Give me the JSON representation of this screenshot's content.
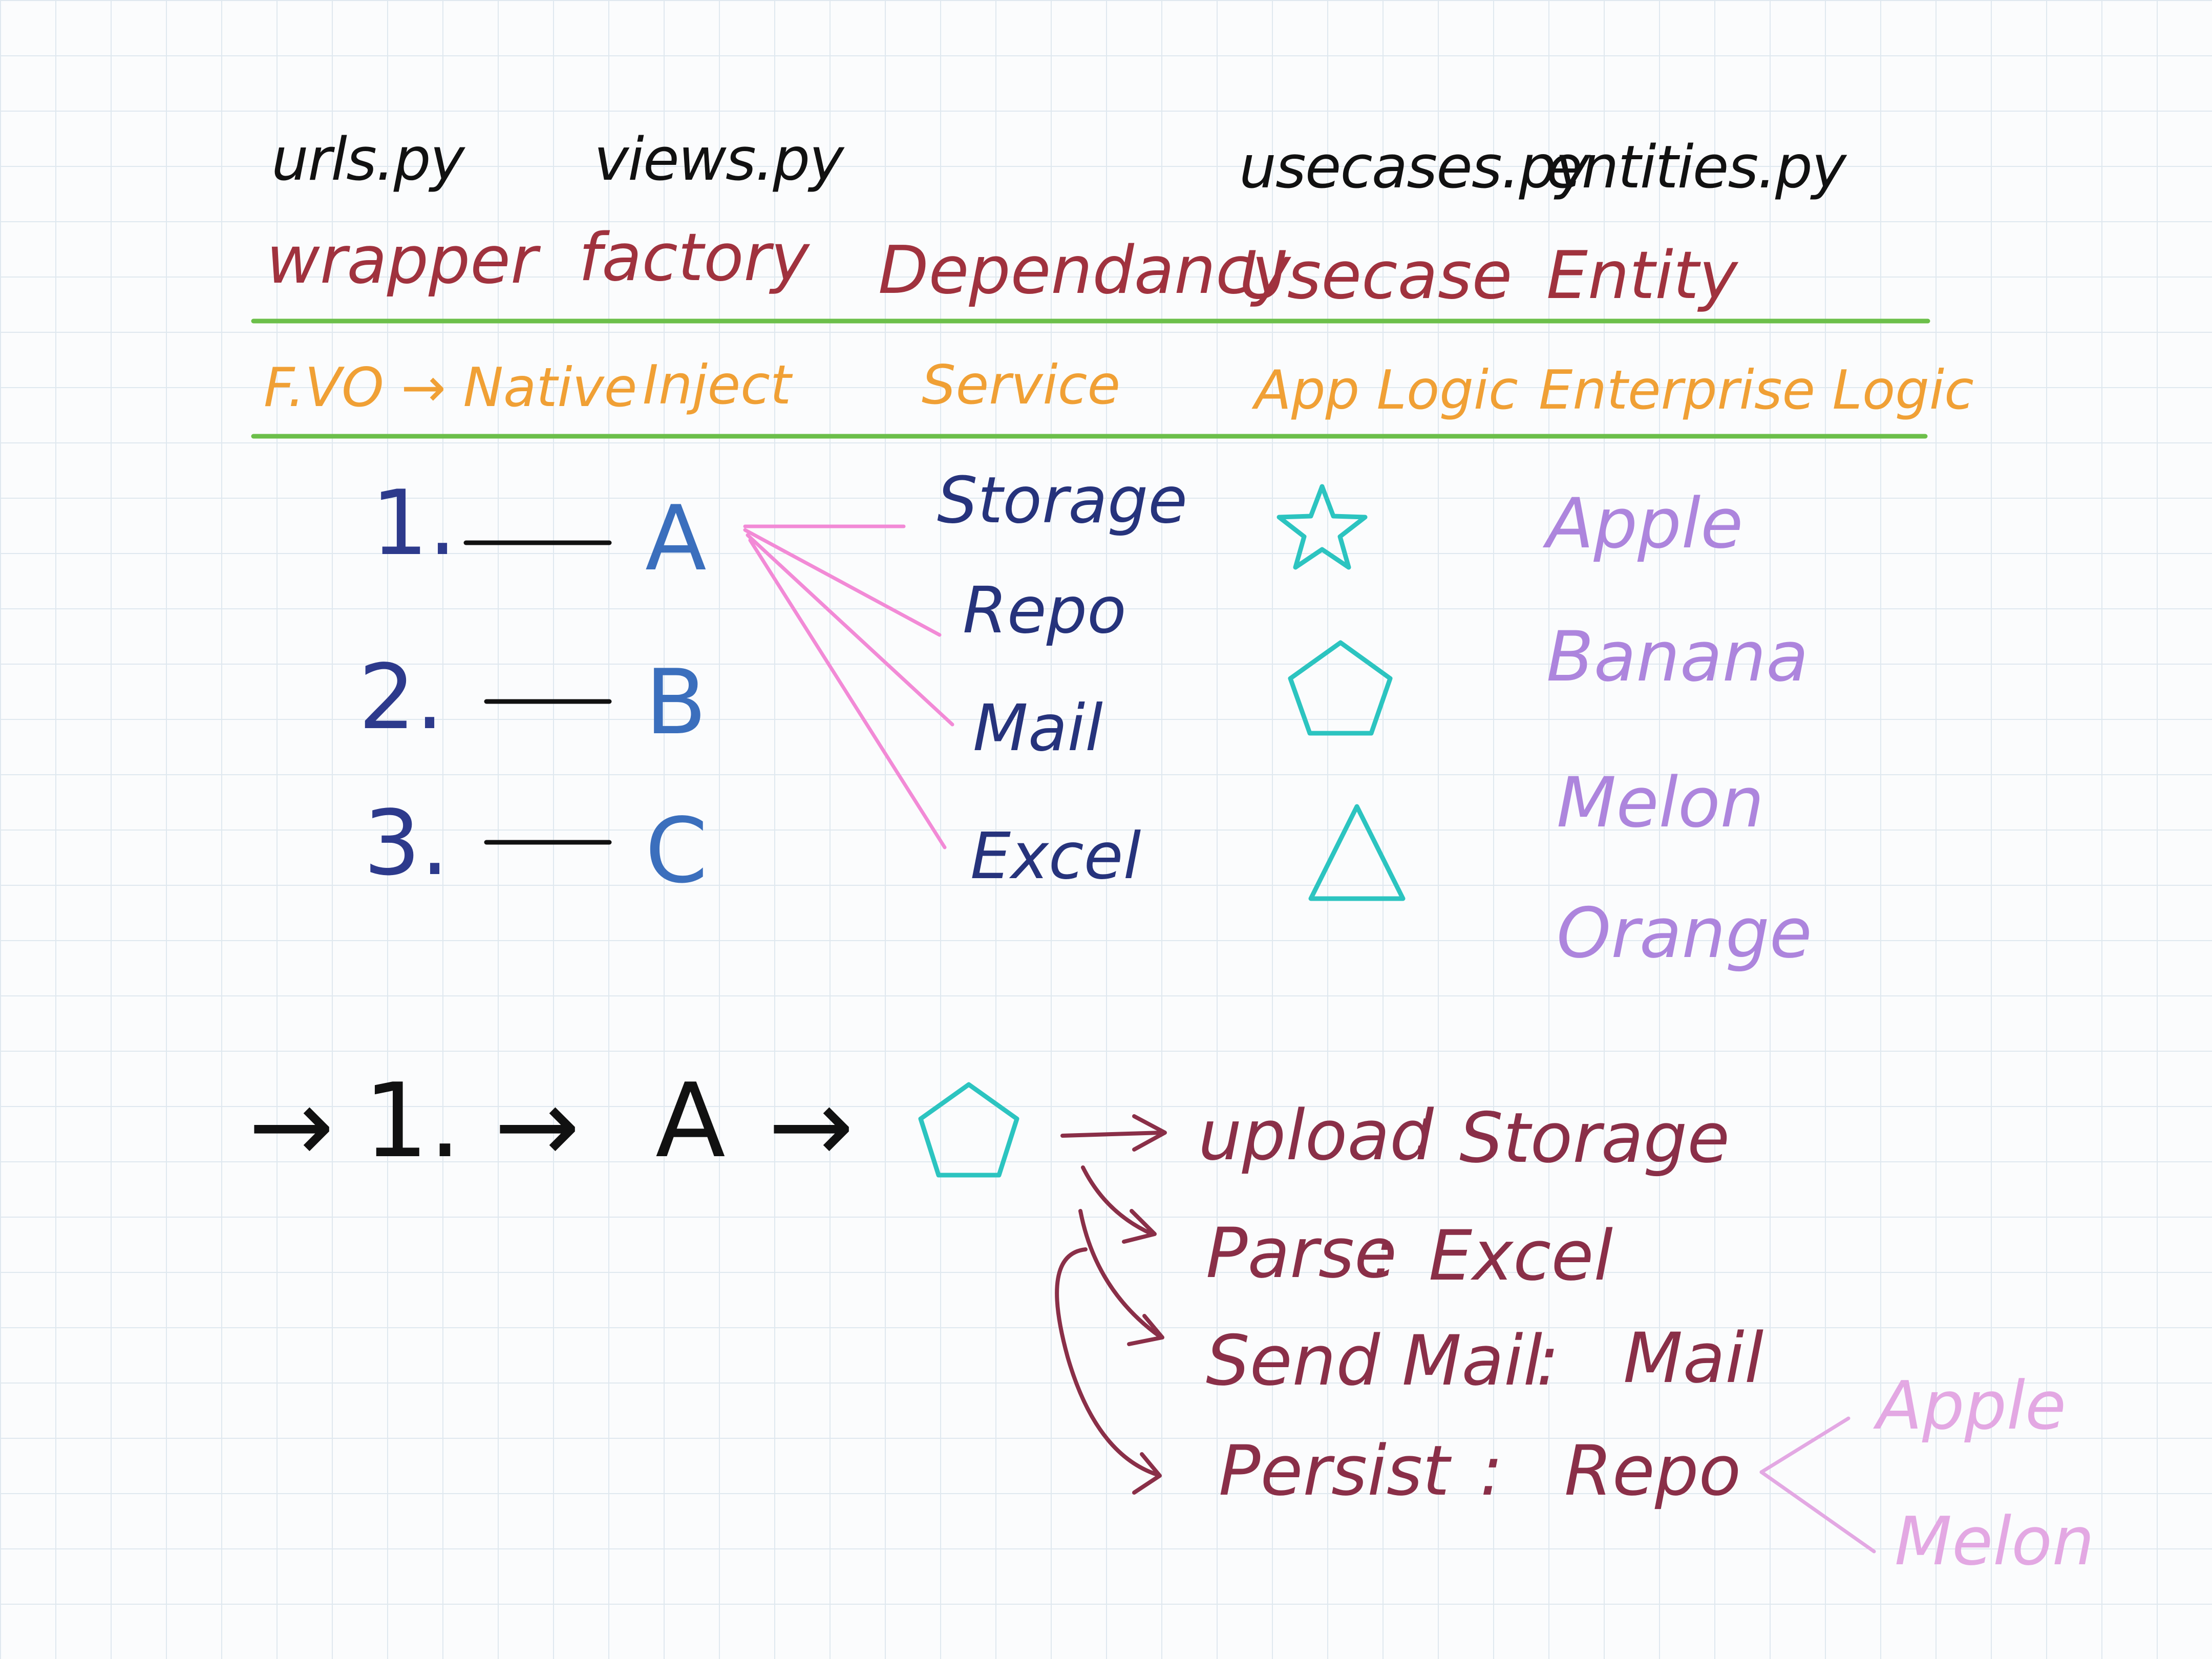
{
  "layers": [
    {
      "file": "urls.py",
      "role": "wrapper",
      "desc": "F.VO → Native"
    },
    {
      "file": "views.py",
      "role": "factory",
      "desc": "Inject"
    },
    {
      "file": "",
      "role": "Dependancy",
      "desc": "Service"
    },
    {
      "file": "usecases.py",
      "role": "Usecase",
      "desc": "App Logic"
    },
    {
      "file": "entities.py",
      "role": "Entity",
      "desc": "Enterprise Logic"
    }
  ],
  "wrappers": [
    "1.",
    "2.",
    "3."
  ],
  "factories": [
    "A",
    "B",
    "C"
  ],
  "dependencies": [
    "Storage",
    "Repo",
    "Mail",
    "Excel"
  ],
  "usecases": [
    {
      "shape": "star-icon"
    },
    {
      "shape": "pentagon-icon"
    },
    {
      "shape": "triangle-icon"
    }
  ],
  "entities": [
    "Apple",
    "Banana",
    "Melon",
    "Orange"
  ],
  "example": {
    "arrow": "→",
    "wrapper": "1.",
    "factory": "A",
    "usecase_shape": "pentagon-icon",
    "steps": [
      {
        "action": "upload",
        "sep": ":",
        "dependency": "Storage"
      },
      {
        "action": "Parse",
        "sep": ":",
        "dependency": "Excel"
      },
      {
        "action": "Send Mail",
        "sep": ":",
        "dependency": "Mail"
      },
      {
        "action": "Persist",
        "sep": ":",
        "dependency": "Repo"
      }
    ],
    "repo_entities": [
      "Apple",
      "Melon"
    ]
  },
  "colors": {
    "file": "#111111",
    "role": "#a0323e",
    "desc": "#f0a035",
    "divider": "#6cbf4a",
    "wrapper": "#2d3a8c",
    "factory": "#3b6fbd",
    "dependency": "#26337c",
    "link": "#f28ad6",
    "usecase": "#2cc4c0",
    "entity": "#ad85dd",
    "step": "#8a2f48",
    "repo_entity": "#e3a8e3"
  }
}
